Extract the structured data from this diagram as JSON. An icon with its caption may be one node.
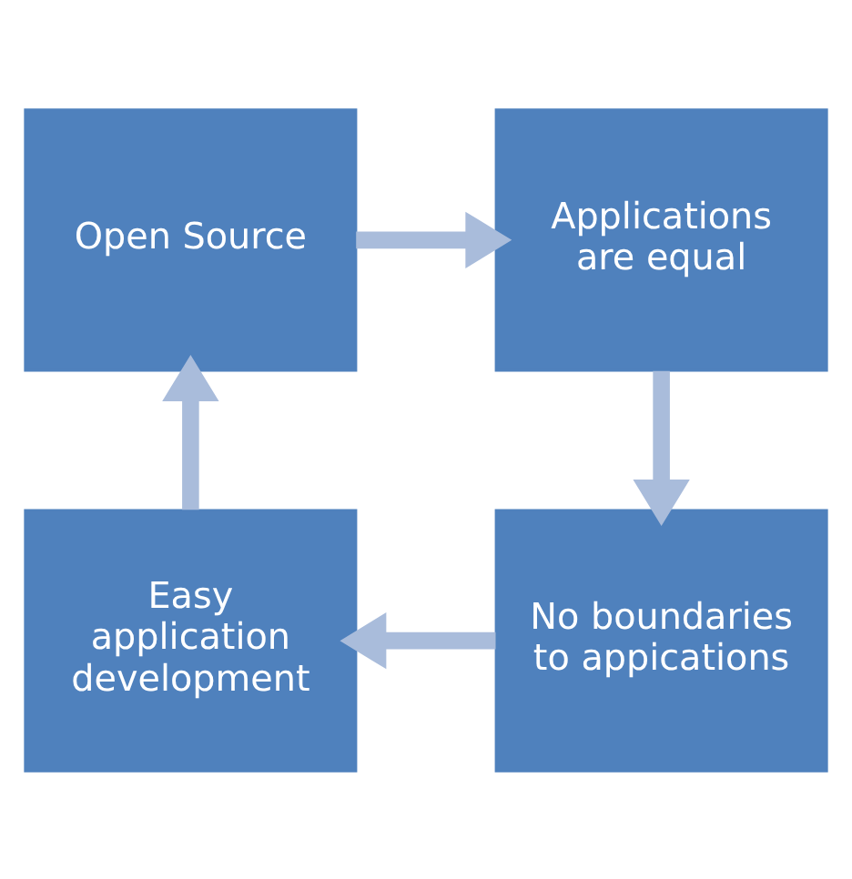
{
  "diagram": {
    "nodes": [
      {
        "text": [
          "Open Source"
        ]
      },
      {
        "text": [
          "Applications are equal"
        ]
      },
      {
        "text": [
          "No boundaries to appications"
        ]
      },
      {
        "text": [
          "Easy application development"
        ]
      }
    ],
    "edges": [
      {
        "from": 0,
        "to": 1,
        "arrow": "to"
      },
      {
        "from": 1,
        "to": 2,
        "arrow": "to"
      },
      {
        "from": 2,
        "to": 3,
        "arrow": "to"
      },
      {
        "from": 3,
        "to": 0,
        "arrow": "to"
      }
    ]
  }
}
